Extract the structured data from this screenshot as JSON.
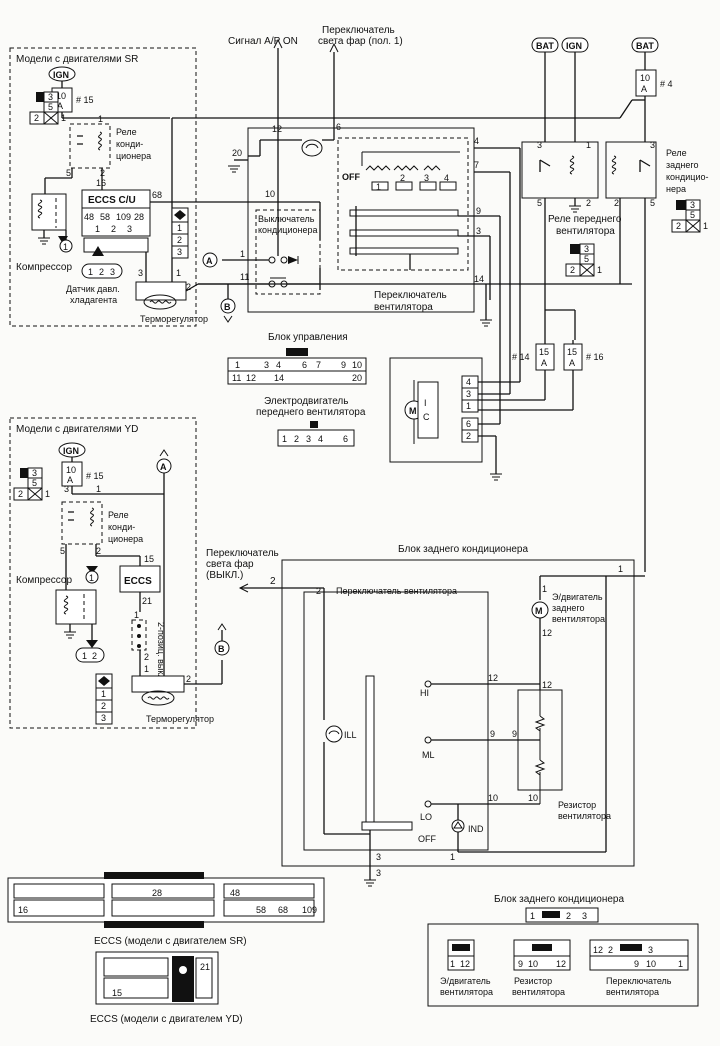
{
  "sr_models": {
    "title": "Модели с двигателями SR",
    "ign": "IGN",
    "fuse_a": "10",
    "fuse_b": "A",
    "fuse_no": "# 15",
    "relay": [
      "Реле",
      "конди-",
      "ционера"
    ],
    "ecu": "ECCS C/U",
    "ecu_pins": [
      "48",
      "58",
      "109",
      "28"
    ],
    "compressor": "Компрессор",
    "pressure": [
      "Датчик давл.",
      "хладагента"
    ],
    "thermo": "Терморегулятор"
  },
  "top": {
    "ap_on": "Сигнал A/P ON",
    "headlamp": [
      "Переключатель",
      "света фар (пол. 1)"
    ],
    "bat": "BAT",
    "ign": "IGN",
    "fuse4": "# 4"
  },
  "ac_switch": [
    "Выключатель",
    "кондиционера"
  ],
  "fan_switch": [
    "Переключатель",
    "вентилятора"
  ],
  "off": "OFF",
  "front_relay": [
    "Реле переднего",
    "вентилятора"
  ],
  "rear_relay": [
    "Реле",
    "заднего",
    "кондицио-",
    "нера"
  ],
  "fuses_mid": {
    "f14": "# 14",
    "f16": "# 16",
    "val": "15",
    "a": "A"
  },
  "control_unit": "Блок управления",
  "front_motor": [
    "Электродвигатель",
    "переднего вентилятора"
  ],
  "yd_models": {
    "title": "Модели с двигателями YD",
    "ecu": "ECCS",
    "relay": [
      "Реле",
      "конди-",
      "ционера"
    ],
    "compressor": "Компрессор",
    "two_pos": "2-позиц. выкл.",
    "thermo": "Терморегулятор"
  },
  "headlamp_off": [
    "Переключатель",
    "света фар",
    "(ВЫКЛ.)"
  ],
  "rear_unit": {
    "title": "Блок заднего кондиционера",
    "fan_switch": "Переключатель вентилятора",
    "motor": [
      "Э/двигатель",
      "заднего",
      "вентилятора"
    ],
    "hi": "HI",
    "ml": "ML",
    "lo": "LO",
    "off": "OFF",
    "ill": "ILL",
    "ind": "IND",
    "resistor": [
      "Резистор",
      "вентилятора"
    ]
  },
  "ecu_sr_caption": "ECCS (модели с двигателем SR)",
  "ecu_yd_caption": "ECCS (модели с двигателем YD)",
  "rear_conn": {
    "title": "Блок заднего кондиционера",
    "motor": [
      "Э/двигатель",
      "вентилятора"
    ],
    "resistor": [
      "Резистор",
      "вентилятора"
    ],
    "switch": [
      "Переключатель",
      "вентилятора"
    ]
  }
}
